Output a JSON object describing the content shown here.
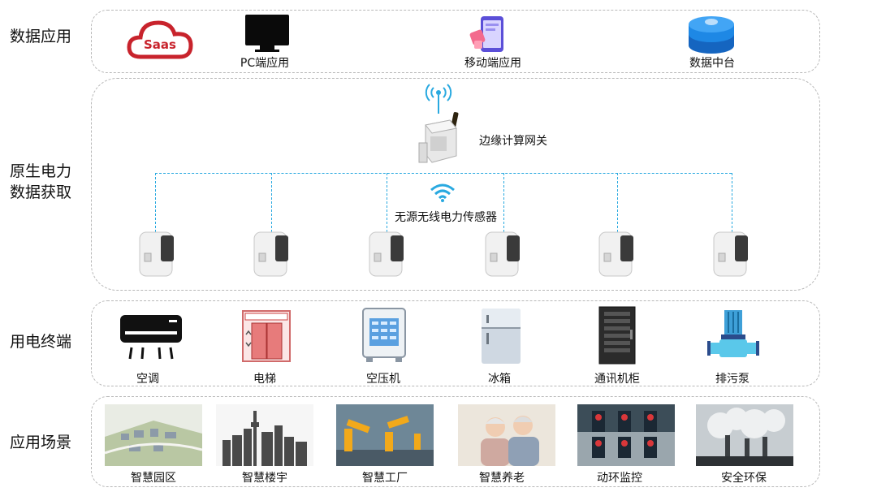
{
  "rows": {
    "data_app": "数据应用",
    "acquire_line1": "原生电力",
    "acquire_line2": "数据获取",
    "terminal": "用电终端",
    "scenario": "应用场景"
  },
  "data_apps": {
    "saas_logo_text": "Saas",
    "pc": "PC端应用",
    "mobile": "移动端应用",
    "platform": "数据中台"
  },
  "gateway": {
    "label": "边缘计算网关"
  },
  "sensors": {
    "label": "无源无线电力传感器"
  },
  "terminals": [
    "空调",
    "电梯",
    "空压机",
    "冰箱",
    "通讯机柜",
    "排污泵"
  ],
  "scenarios": [
    "智慧园区",
    "智慧楼宇",
    "智慧工厂",
    "智慧养老",
    "动环监控",
    "安全环保"
  ],
  "colors": {
    "connector": "#29a9e0",
    "saas_red": "#c8232c",
    "platform_blue": "#1e7fd6"
  }
}
